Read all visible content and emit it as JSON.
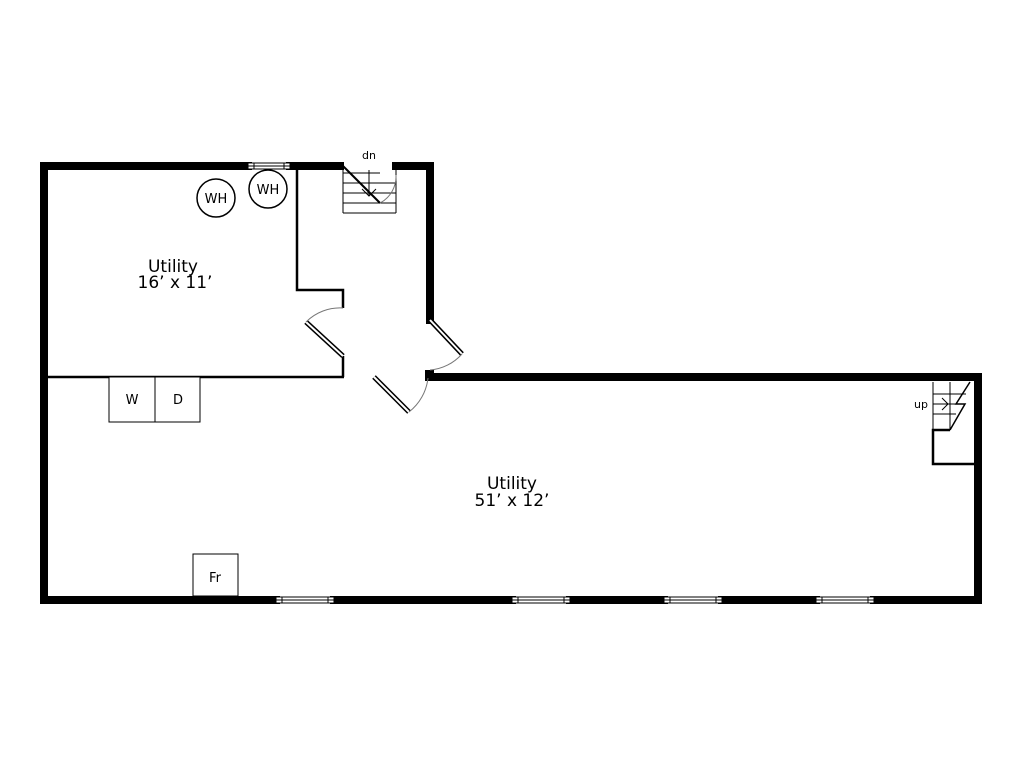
{
  "rooms": [
    {
      "name": "Utility",
      "dimensions": "16’ x 11’"
    },
    {
      "name": "Utility",
      "dimensions": "51’ x 12’"
    }
  ],
  "fixtures": {
    "water_heater_1": "WH",
    "water_heater_2": "WH",
    "washer": "W",
    "dryer": "D",
    "fridge": "Fr"
  },
  "stairs": {
    "down_label": "dn",
    "up_label": "up"
  }
}
